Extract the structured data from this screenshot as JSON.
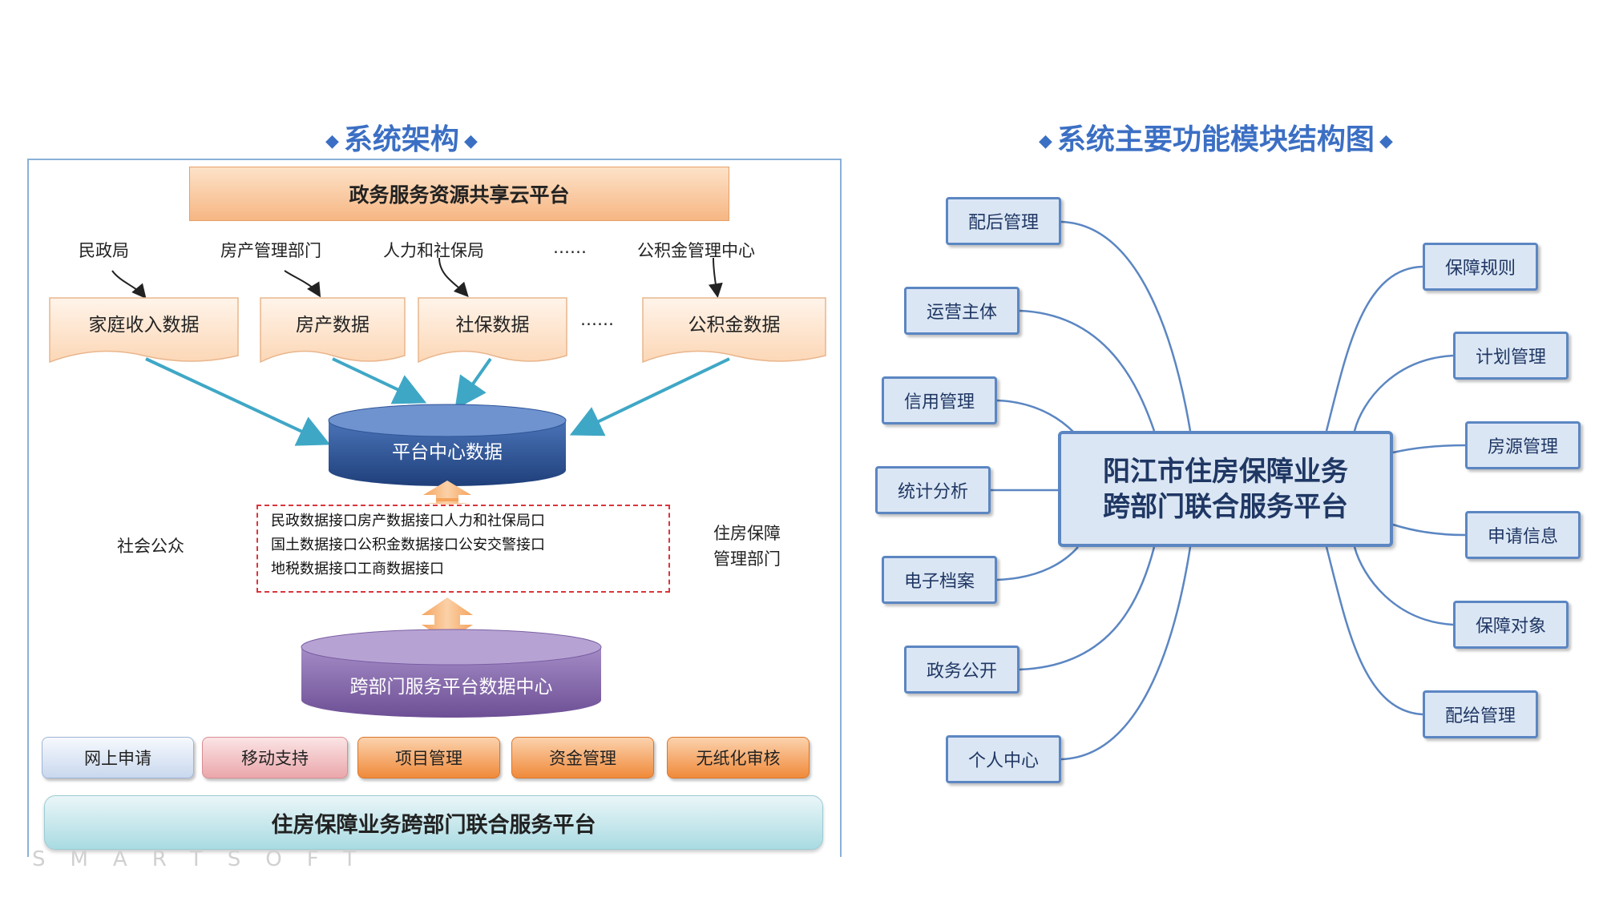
{
  "left": {
    "title": "系统架构",
    "banner": "政务服务资源共享云平台",
    "depts": [
      "民政局",
      "房产管理部门",
      "人力和社保局",
      "……",
      "公积金管理中心"
    ],
    "data_sources": [
      "家庭收入数据",
      "房产数据",
      "社保数据",
      "……",
      "公积金数据"
    ],
    "platform_data": "平台中心数据",
    "interfaces": [
      "民政数据接口房产数据接口人力和社保局口",
      "国土数据接口公积金数据接口公安交警接口",
      "地税数据接口工商数据接口"
    ],
    "public_label": "社会公众",
    "housing_dept": [
      "住房保障",
      "管理部门"
    ],
    "data_center": "跨部门服务平台数据中心",
    "buttons": [
      "网上申请",
      "移动支持",
      "项目管理",
      "资金管理",
      "无纸化审核"
    ],
    "bottom_platform": "住房保障业务跨部门联合服务平台",
    "watermark": "SMARTSOFT",
    "colors": {
      "title": "#3b6fc4",
      "arrow": "#3fa7c6",
      "cylinder_blue": "#2f5597",
      "cylinder_purple": "#8064a2"
    }
  },
  "right": {
    "title": "系统主要功能模块结构图",
    "center": [
      "阳江市住房保障业务",
      "跨部门联合服务平台"
    ],
    "left_modules": [
      "配后管理",
      "运营主体",
      "信用管理",
      "统计分析",
      "电子档案",
      "政务公开",
      "个人中心"
    ],
    "right_modules": [
      "保障规则",
      "计划管理",
      "房源管理",
      "申请信息",
      "保障对象",
      "配给管理"
    ],
    "colors": {
      "box_fill": "#dbe6f4",
      "box_border": "#5b86c2",
      "line": "#5b86c2"
    }
  }
}
